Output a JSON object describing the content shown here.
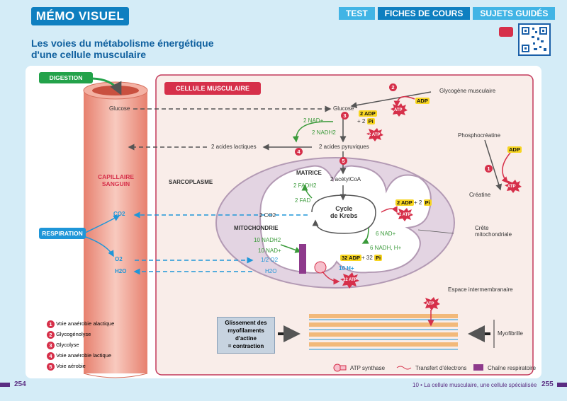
{
  "header": {
    "badge": "MÉMO VISUEL",
    "tabs": [
      "TEST",
      "FICHES DE COURS",
      "SUJETS GUIDÉS"
    ],
    "title_line1": "Les voies du métabolisme énergétique",
    "title_line2": "d'une cellule musculaire"
  },
  "boxes": {
    "digestion": "DIGESTION",
    "respiration": "RESPIRATION",
    "cellule": "CELLULE MUSCULAIRE",
    "glissement": [
      "Glissement des",
      "myofilaments",
      "d'actine",
      "= contraction"
    ]
  },
  "labels": {
    "glucose_cap": "Glucose",
    "capillaire": [
      "CAPILLAIRE",
      "SANGUIN"
    ],
    "co2": "CO2",
    "o2": "O2",
    "h2o": "H2O",
    "glucose_cell": "Glucose",
    "glycogene": "Glycogène musculaire",
    "adp": "ADP",
    "atp": "ATP",
    "two_adp": "2 ADP",
    "plus2": "+ 2",
    "pi": "Pi",
    "two_atp": "2 ATP",
    "nad": "2 NAD+",
    "nadh": "2 NADH2",
    "acides_lactiques": "2 acides lactiques",
    "acides_pyruviques": "2 acides pyruviques",
    "phosphocreatine": "Phosphocréatine",
    "creatine": "Créatine",
    "sarcoplasme": "SARCOPLASME",
    "matrice": "MATRICE",
    "acetylcoa": "2 acétylCoA",
    "fadh2": "2 FADH2",
    "fad": "2 FAD",
    "krebs": [
      "Cycle",
      "de Krebs"
    ],
    "krebs_adp": "2 ADP",
    "krebs_plus": "+ 2",
    "krebs_atp": "2 ATP",
    "co2_cell": "2 CO2",
    "mitochondrie": "MITOCHONDRIE",
    "nad6": "6 NAD+",
    "nadh6": "6 NADH, H+",
    "nadh10": "10 NADH2",
    "nad10": "10 NAD+",
    "half_o2": "1/2 O2",
    "h2o_cell": "H2O",
    "adp32": "32 ADP",
    "plus32": "+ 32",
    "h10": "10 H+",
    "atp32": "32 ATP",
    "crete": [
      "Crête",
      "mitochondriale"
    ],
    "espace": "Espace intermembranaire",
    "myofibrille": "Myofibrille"
  },
  "legend": [
    "Voie anaérobie alactique",
    "Glycogénolyse",
    "Glycolyse",
    "Voie anaérobie lactique",
    "Voie aérobie"
  ],
  "legend_nums": [
    "1",
    "2",
    "3",
    "4",
    "5"
  ],
  "bottom_legend": [
    "ATP synthase",
    "Transfert d'électrons",
    "Chaîne respiratoire"
  ],
  "footer": {
    "left_page": "254",
    "right_page": "255",
    "chapter": "10 •  La cellule musculaire, une cellule spécialisée"
  },
  "colors": {
    "blue": "#0e7fc0",
    "red": "#d6304a",
    "green": "#23a24a",
    "purple": "#8e3a8c"
  }
}
